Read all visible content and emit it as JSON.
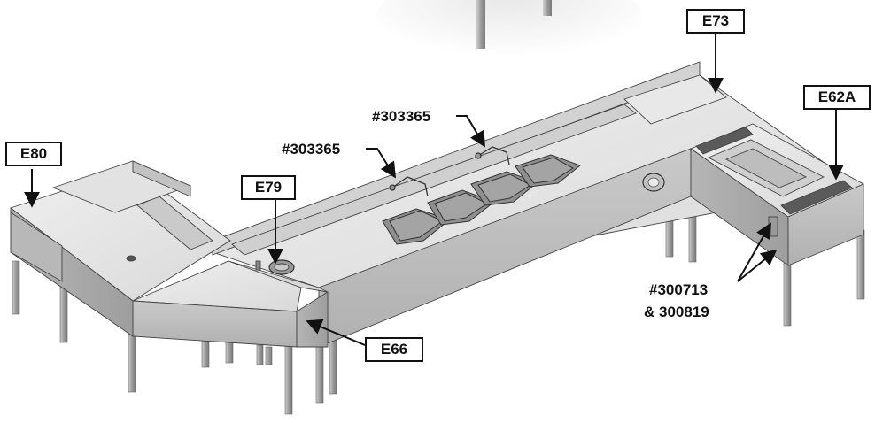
{
  "labels": {
    "e80": "E80",
    "e79": "E79",
    "e66": "E66",
    "e73": "E73",
    "e62a": "E62A",
    "part_303365_a": "#303365",
    "part_303365_b": "#303365",
    "part_300713_line1": "#300713",
    "part_300713_line2": "& 300819"
  },
  "colors": {
    "metal_top": "#e4e4e4",
    "metal_front": "#bdbdbd",
    "metal_side": "#a9a9a9",
    "metal_dark": "#8e8e8e",
    "sink_well": "#9a9a9a",
    "leg": "#a0a0a0",
    "outline": "#333333",
    "callout": "#111111"
  }
}
